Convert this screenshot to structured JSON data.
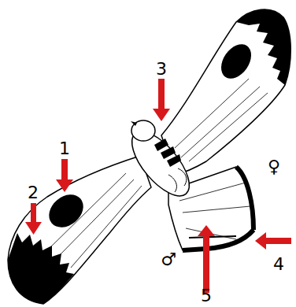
{
  "diagram": {
    "labels": [
      "3",
      "1",
      "2",
      "♀",
      "4",
      "♂",
      "5"
    ]
  }
}
